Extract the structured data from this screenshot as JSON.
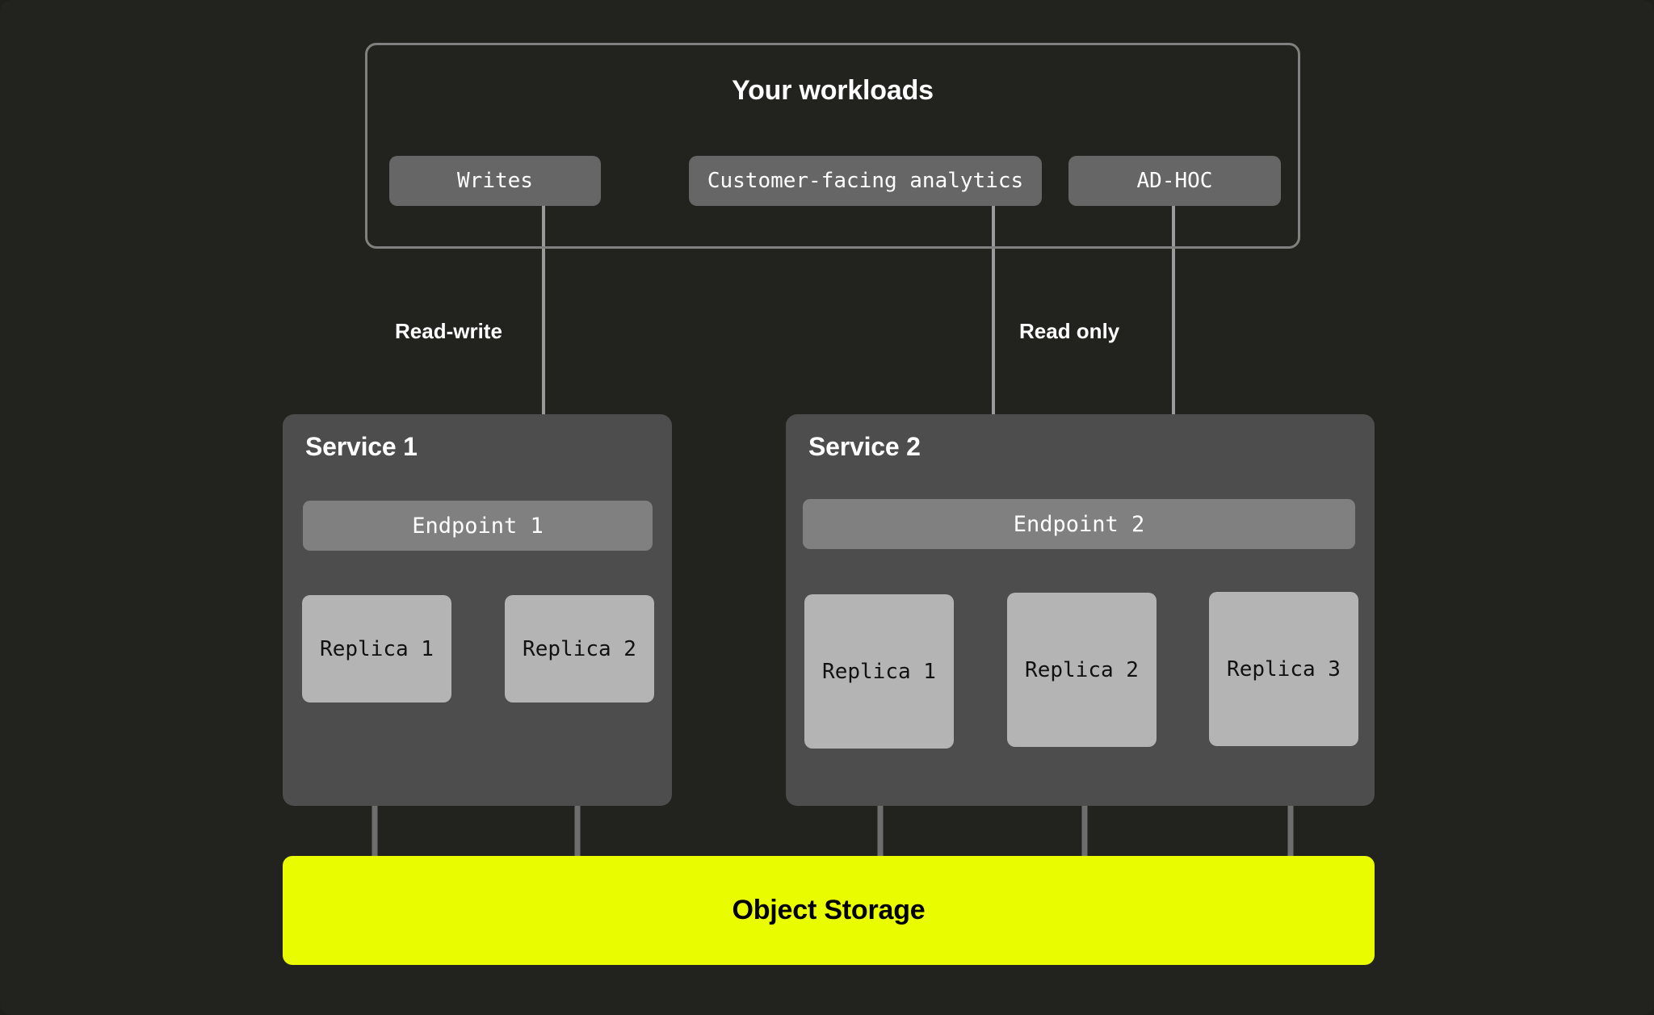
{
  "diagram": {
    "background_color": "#22231e",
    "accent_color": "#eafc00",
    "workloads": {
      "title": "Your workloads",
      "border_color": "#808080",
      "chips": [
        {
          "id": "writes",
          "label": "Writes"
        },
        {
          "id": "customer-facing-analytics",
          "label": "Customer-facing analytics"
        },
        {
          "id": "ad-hoc",
          "label": "AD-HOC"
        }
      ]
    },
    "edge_labels": [
      {
        "id": "read-write",
        "label": "Read-write"
      },
      {
        "id": "read-only",
        "label": "Read only"
      }
    ],
    "services": [
      {
        "id": "service-1",
        "title": "Service 1",
        "endpoint": "Endpoint 1",
        "replicas": [
          "Replica 1",
          "Replica 2"
        ]
      },
      {
        "id": "service-2",
        "title": "Service 2",
        "endpoint": "Endpoint 2",
        "replicas": [
          "Replica 1",
          "Replica 2",
          "Replica 3"
        ]
      }
    ],
    "storage": {
      "label": "Object Storage",
      "color": "#eafc00",
      "text_color": "#000000"
    }
  }
}
